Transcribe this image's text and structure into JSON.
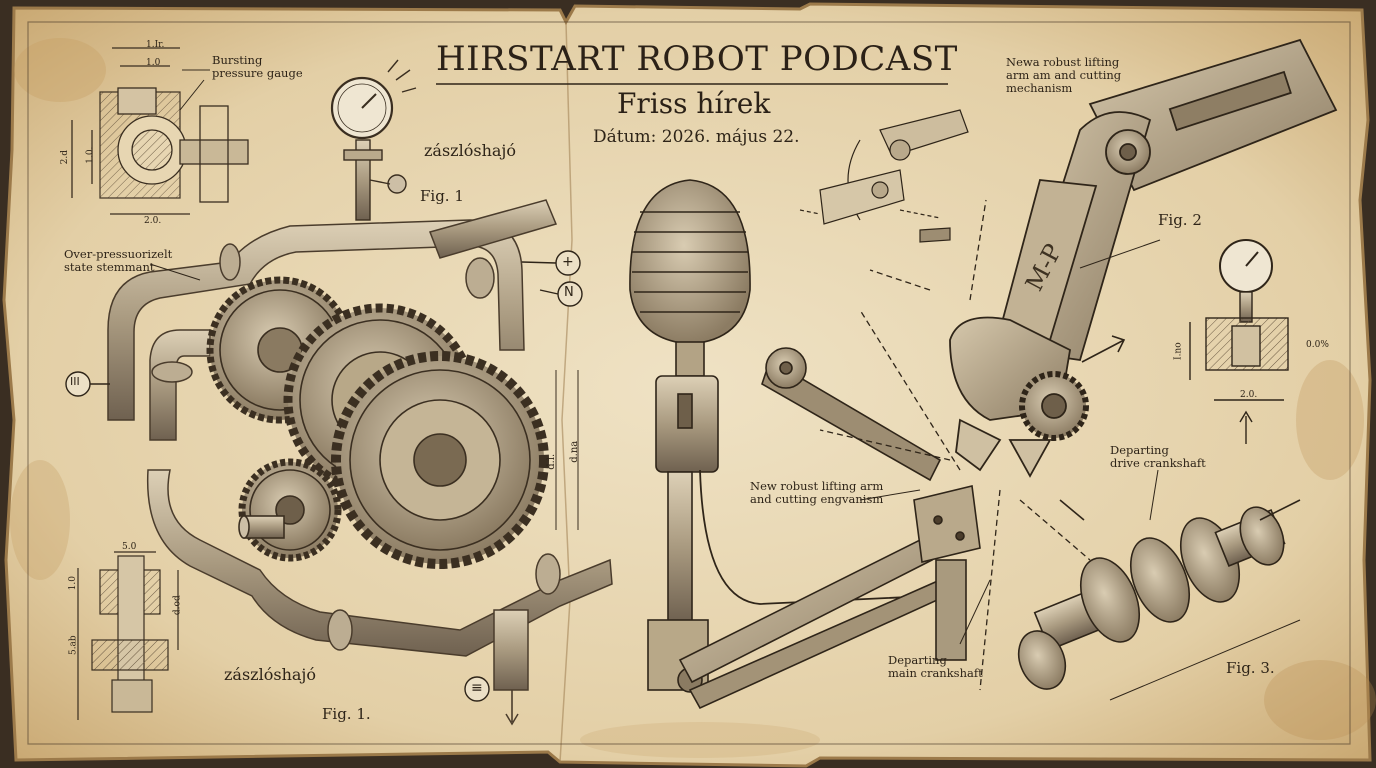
{
  "header": {
    "title": "HIRSTART ROBOT PODCAST",
    "subtitle": "Friss hírek",
    "date": "Dátum: 2026. május 22."
  },
  "labels": {
    "bursting_gauge": "Bursting\npressure gauge",
    "overpressure": "Over-pressuorizelt\nstate stemmant",
    "flagship_top": "zászlóshajó",
    "flagship_bottom": "zászlóshajó",
    "fig1_top": "Fig. 1",
    "fig1_bottom": "Fig. 1.",
    "fig2": "Fig. 2",
    "fig3": "Fig. 3.",
    "arm_top_right": "Newa robust lifting\narm am and cutting\nmechanism",
    "arm_center": "New robust lifting arm\nand cutting engvanism",
    "drive_crankshaft": "Departing\ndrive crankshaft",
    "main_crankshaft": "Departing\nmain crankshaft",
    "arm_stamp": "M-P"
  },
  "dimension_marks": {
    "top_left_1": "1.Ir.",
    "top_left_2": "1.0",
    "top_left_3": "2.d",
    "top_left_4": "1.0.",
    "top_left_5": "2.0.",
    "gear_1": "d.l.",
    "gear_2": "d.na",
    "bottom_left_1": "5.0",
    "bottom_left_2": "d.od",
    "bottom_left_3": "5.ab",
    "bottom_left_4": "1.0",
    "right_1": "2.0.",
    "right_2": "0.0%",
    "right_3": "I.no"
  },
  "callouts": {
    "plus": "+",
    "n": "N",
    "three": "III",
    "equiv": "≡"
  },
  "colors": {
    "paper": "#e9d8b4",
    "paper_edge": "#b8905a",
    "ink": "#2e2418",
    "metal_light": "#cdbfa6",
    "metal_mid": "#a8977b",
    "metal_dark": "#6e5f4a"
  }
}
